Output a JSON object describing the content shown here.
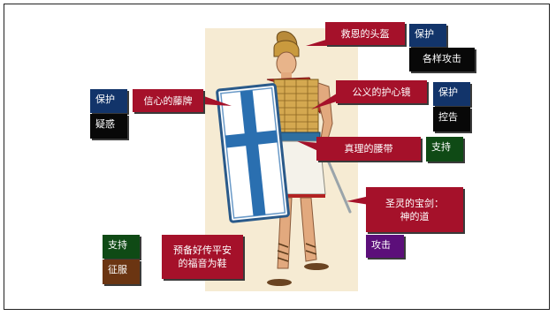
{
  "callouts": {
    "helmet": "救恩的头盔",
    "breastplate": "公义的护心镜",
    "shield": "信心的藤牌",
    "belt": "真理的腰带",
    "sword_line1": "圣灵的宝剑：",
    "sword_line2": "神的道",
    "shoes_line1": "预备好传平安",
    "shoes_line2": "的福音为鞋"
  },
  "tags": {
    "protect": "保护",
    "various_attacks": "各样攻击",
    "doubt": "疑惑",
    "accusation": "控告",
    "support": "支持",
    "attack": "攻击",
    "conquer": "征服"
  },
  "colors": {
    "callout_red": "#a5112a",
    "protect_blue": "#12346a",
    "threat_black": "#080808",
    "support_green": "#0f4a15",
    "conquer_brown": "#6b3512",
    "attack_purple": "#5c0f7a"
  }
}
